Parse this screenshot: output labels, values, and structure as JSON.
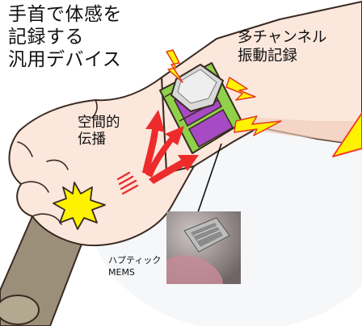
{
  "labels": {
    "title": "手首で体感を\n記録する\n汎用デバイス",
    "multichannel": "多チャンネル\n振動記録",
    "spatial": "空間的\n伝播",
    "mems": "ハプティック\nMEMS"
  },
  "colors": {
    "skin": "#fbe7dc",
    "skin_shade": "#f2cdbb",
    "outline": "#3a2a22",
    "band_green": "#8fd14a",
    "band_purple": "#a64bc4",
    "device_gray": "#d9d9d9",
    "arrow_red": "#ee2b2b",
    "bolt_yellow": "#fff200",
    "bolt_red": "#f0402a",
    "stick": "#9b8f7a"
  },
  "icons": [
    "lightning-bolt-icon",
    "impact-burst-icon",
    "propagation-arrow-icon"
  ]
}
